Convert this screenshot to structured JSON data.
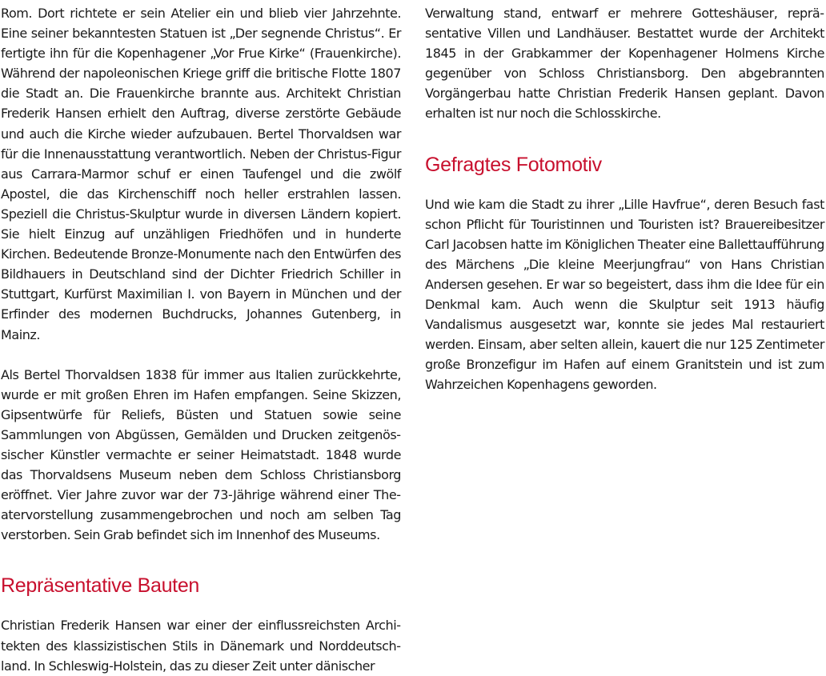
{
  "left_column": {
    "paragraphs": [
      "Rom. Dort richtete er sein Atelier ein und blieb vier Jahrzehnte. Eine seiner bekanntesten Statuen ist „Der segnende Christus“. Er fertigte ihn für die Kopenhagener „Vor Frue Kirke“ (Frauen­kirche). Während der napoleonischen Kriege griff die britische Flotte 1807 die Stadt an. Die Frauenkirche brannte aus. Architekt Christian Frederik Hansen erhielt den Auftrag, diverse zerstörte Gebäude und auch die Kirche wieder aufzubauen. Bertel Thor­valdsen war für die Innenausstattung verantwortlich. Neben der Christus-Figur aus Carrara-Marmor schuf er einen Taufengel und die zwölf Apostel, die das Kirchenschiff noch heller erstrahlen lassen. Speziell die Christus-Skulptur wurde in diversen Ländern kopiert. Sie hielt Einzug auf unzähligen Friedhöfen und in hun­derte Kirchen. Bedeutende Bronze-Monumente nach den Ent­würfen des Bildhauers in Deutschland sind der Dichter Friedrich Schiller in Stuttgart, Kurfürst Maximilian I. von Bayern in Mün­chen und der Erfinder des modernen Buchdrucks, Johannes Gutenberg, in Mainz.",
      "Als Bertel Thorvaldsen 1838 für immer aus Italien zurückkehrte, wurde er mit großen Ehren im Hafen empfangen. Seine Skiz­zen, Gipsentwürfe für Reliefs, Büsten und Statuen sowie seine Sammlungen von Abgüssen, Gemälden und Drucken zeitgenös­sischer Künstler vermachte er seiner Heimatstadt. 1848 wurde das Thorvaldsens Museum neben dem Schloss Christiansborg eröffnet. Vier Jahre zuvor war der 73-Jährige während einer The­atervorstellung zusammengebrochen und noch am selben Tag verstorben. Sein Grab befindet sich im Innenhof des Museums."
    ],
    "heading": "Repräsentative Bauten",
    "after_heading": "Christian Frederik Hansen war einer der einflussreichsten Archi­tekten des klassizistischen Stils in Dänemark und Norddeutsch­land. In Schleswig-Holstein, das zu dieser Zeit unter dänischer"
  },
  "right_column": {
    "paragraph_1": "Verwaltung stand, entwarf er mehrere Gotteshäuser, reprä­sentative Villen und Landhäuser. Bestattet wurde der Archi­tekt 1845 in der Grabkammer der Kopenhagener Holmens Kir­che gegenüber von Schloss Christiansborg. Den abgebrannten Vorgängerbau hatte Christian Frederik Hansen geplant. Davon erhalten ist nur noch die Schlosskirche.",
    "heading": "Gefragtes Fotomotiv",
    "paragraph_2": "Und wie kam die Stadt zu ihrer „Lille Havfrue“, deren Besuch fast schon Pflicht für Touristinnen und Touristen ist? Brauereibesitzer Carl Jacobsen hatte im Königlichen Theater eine Ballettauffüh­rung des Märchens „Die kleine Meerjungfrau“ von Hans Chris­tian Andersen gesehen. Er war so begeistert, dass ihm die Idee für ein Denkmal kam. Auch wenn die Skulptur seit 1913 häufig Vandalismus ausgesetzt war, konnte sie jedes Mal restauriert werden. Einsam, aber selten allein, kauert die nur 125 Zentime­ter große Bronzefigur im Hafen auf einem Granitstein und ist zum Wahrzeichen Kopenhagens geworden."
  },
  "colors": {
    "heading": "#c8102e",
    "text": "#1a1a1a",
    "background": "#ffffff"
  }
}
